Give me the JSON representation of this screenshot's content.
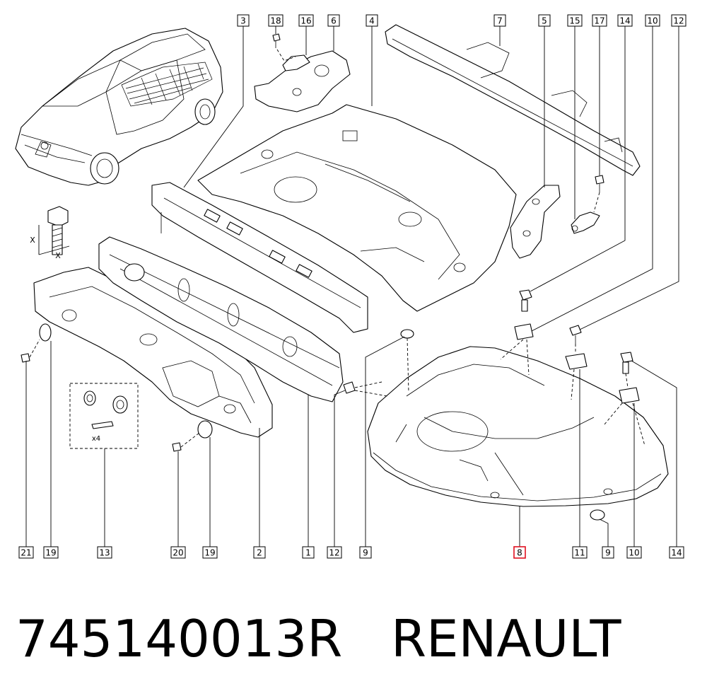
{
  "part_number": "745140013R",
  "brand": "RENAULT",
  "highlight_color": "#e01020",
  "dimension_labels": [
    "X",
    "X",
    "x4"
  ],
  "callouts_top": [
    "3",
    "18",
    "16",
    "6",
    "4",
    "7",
    "5",
    "15",
    "17",
    "14",
    "10",
    "12"
  ],
  "callouts_bottom": [
    "21",
    "19",
    "13",
    "20",
    "19",
    "2",
    "1",
    "12",
    "9",
    "8",
    "11",
    "9",
    "10",
    "14"
  ],
  "highlighted_callout": "8"
}
